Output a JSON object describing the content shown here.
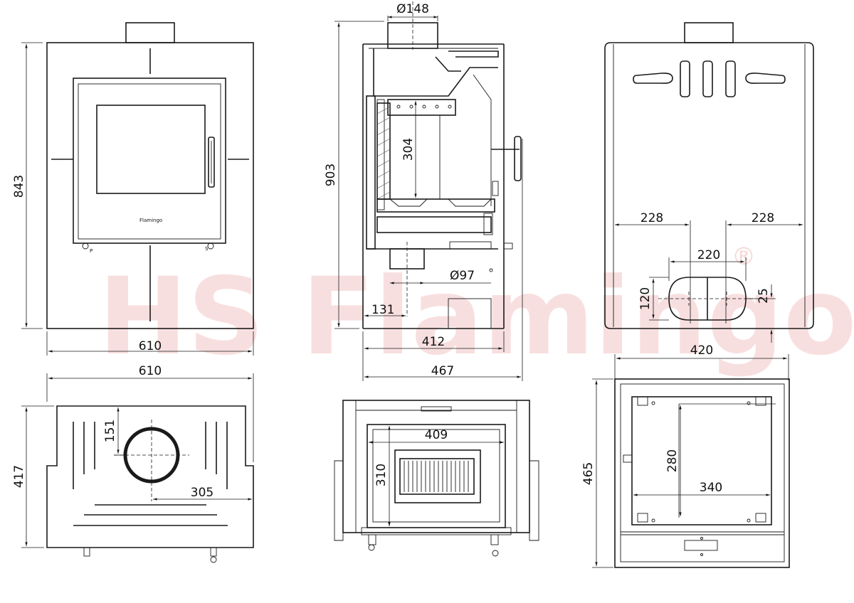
{
  "watermark": {
    "text": "HS Flamingo",
    "registered": "®"
  },
  "front_view": {
    "height_dim": "843",
    "width_dim": "610",
    "door_logo": "Flamingo",
    "knob_left_letter": "P",
    "knob_right_letter": "S"
  },
  "side_view": {
    "flue_diameter": "Ø148",
    "height_dim": "903",
    "firebox_height": "304",
    "air_inlet_diameter": "Ø97",
    "inlet_offset": "131",
    "depth_inner": "412",
    "depth_outer": "467"
  },
  "rear_view": {
    "left_offset": "228",
    "right_offset": "228",
    "opening_width": "220",
    "opening_height": "120",
    "opening_center": "25",
    "width_dim": "420"
  },
  "top_view": {
    "width_dim": "610",
    "depth_dim": "417",
    "flue_offset_front": "151",
    "flue_offset_side": "305"
  },
  "section_view": {
    "firebox_width": "409",
    "firebox_height": "310"
  },
  "base_view": {
    "depth_dim": "465",
    "hole_spacing_y": "280",
    "hole_spacing_x": "340"
  }
}
